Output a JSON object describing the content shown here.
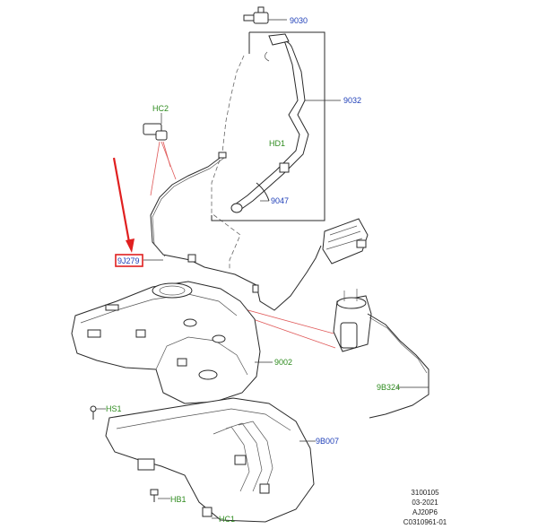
{
  "labels": {
    "l9030": "9030",
    "l9032": "9032",
    "lHD1": "HD1",
    "l9047": "9047",
    "lHC2": "HC2",
    "l9J279": "9J279",
    "l9002": "9002",
    "l9B324": "9B324",
    "lHS1": "HS1",
    "l9B007": "9B007",
    "lHB1": "HB1",
    "lHC1": "HC1"
  },
  "reference": {
    "line1": "3100105",
    "line2": "03-2021",
    "line3": "AJ20P6",
    "line4": "C0310961-01"
  },
  "colors": {
    "label_blue": "#1f3fb8",
    "label_green": "#2e8b1e",
    "highlight_red": "#e02020"
  }
}
